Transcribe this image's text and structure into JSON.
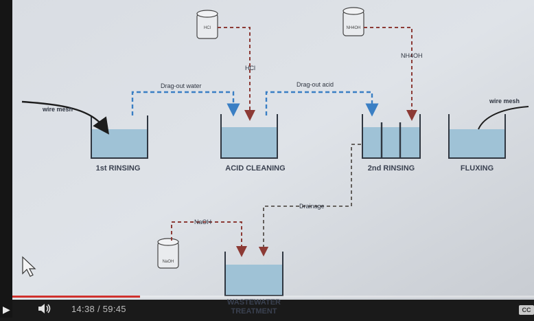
{
  "diagram": {
    "drums": [
      {
        "name": "hcl-drum",
        "label": "HCl"
      },
      {
        "name": "nh4oh-drum",
        "label": "NH4OH"
      },
      {
        "name": "naoh-drum",
        "label": "NaOH"
      }
    ],
    "flow_labels": {
      "dragout_water": "Drag-out water",
      "dragout_acid": "Drag-out acid",
      "hcl": "HCl",
      "nh4oh": "NH4OH",
      "naoh": "NaOH",
      "drainage": "Drainage",
      "wire_mesh_in": "wire mesh",
      "wire_mesh_out": "wire mesh"
    },
    "tanks": {
      "first_rinsing": "1st RINSING",
      "acid_cleaning": "ACID CLEANING",
      "second_rinsing": "2nd RINSING",
      "fluxing": "FLUXING",
      "wastewater_line1": "WASTEWATER",
      "wastewater_line2": "TREATMENT"
    }
  },
  "player": {
    "time": "14:38 / 59:45",
    "progress": 0.245,
    "play_icon": "play-icon",
    "volume_icon": "volume-icon",
    "subtitles_label": "CC"
  },
  "colors": {
    "water": "#9fc2d6",
    "blue_flow": "#3a7fc4",
    "red_flow": "#a0403a",
    "progress": "#d0312d"
  }
}
